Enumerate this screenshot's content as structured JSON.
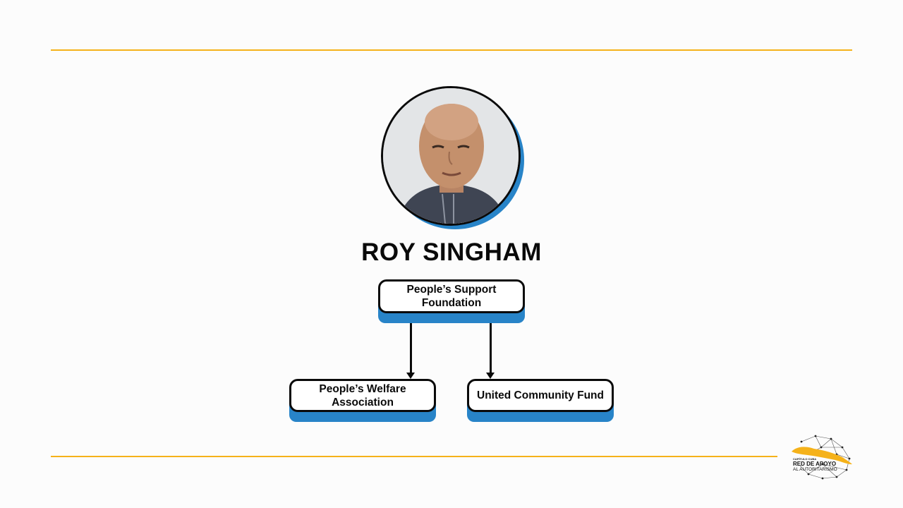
{
  "colors": {
    "accent_rule": "#f5b21a",
    "node_shadow": "#2884c8",
    "text": "#0a0a0a",
    "background": "#fcfcfc"
  },
  "person": {
    "name": "ROY SINGHAM",
    "photo": "portrait-photo"
  },
  "diagram": {
    "root": {
      "label": "People’s Support Foundation"
    },
    "children": [
      {
        "label": "People’s Welfare Association"
      },
      {
        "label": "United Community Fund"
      }
    ],
    "edges": [
      {
        "from": "People’s Support Foundation",
        "to": "People’s Welfare Association"
      },
      {
        "from": "People’s Support Foundation",
        "to": "United Community Fund"
      }
    ]
  },
  "logo": {
    "kicker": "CAPÍTULO CUBA",
    "line1": "RED DE APOYO",
    "line2": "AL AUTORITARISMO"
  }
}
